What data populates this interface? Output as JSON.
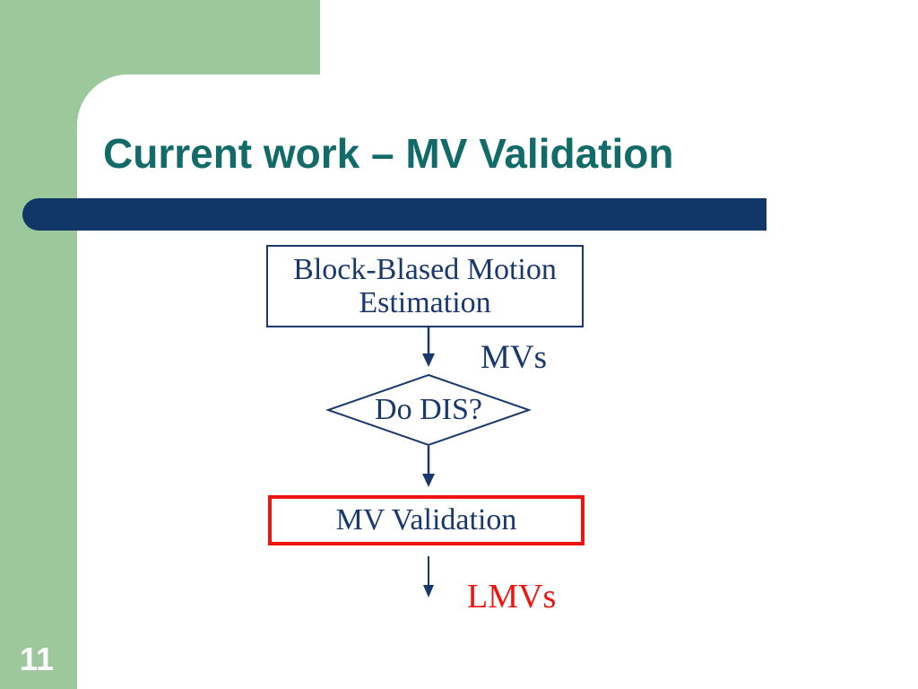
{
  "slide": {
    "title": "Current work – MV Validation",
    "page_number": "11"
  },
  "flowchart": {
    "box1": {
      "line1": "Block-Blased Motion",
      "line2": "Estimation"
    },
    "mvs_label": "MVs",
    "diamond_label": "Do DIS?",
    "red_box_label": "MV Validation",
    "lmvs_label": "LMVs"
  },
  "colors": {
    "green": "#9dc89b",
    "teal": "#126b69",
    "navy": "#113768",
    "flow_navy": "#19386b",
    "red": "#ee1511",
    "page_number_text": "#ffffff",
    "background": "#ffffff"
  }
}
